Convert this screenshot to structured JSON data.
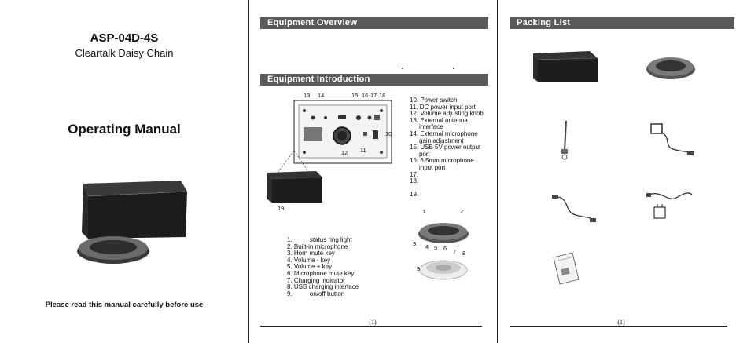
{
  "cover": {
    "model": "ASP-04D-4S",
    "subtitle": "Cleartalk Daisy Chain",
    "title": "Operating Manual",
    "notice": "Please read this manual carefully before use"
  },
  "overview": {
    "heading": "Equipment Overview"
  },
  "introduction": {
    "heading": "Equipment Introduction",
    "panel_numbers": [
      "13",
      "14",
      "15",
      "16",
      "17",
      "18",
      "10",
      "11",
      "12"
    ],
    "box_label": "19",
    "right_list": [
      "10. Power switch",
      "11. DC power input port",
      "12. Volume adjusting knob",
      "13. External antenna",
      "interface",
      "14. External microphone",
      "gain adjustment",
      "15. USB 5V power output",
      "port",
      "16. 6.5mm microphone",
      "input port",
      "17.",
      "18.",
      "",
      "19."
    ],
    "mic_numbers": [
      "1",
      "2",
      "3",
      "4",
      "5",
      "6",
      "7",
      "8",
      "9"
    ],
    "left_list": [
      "1.          status ring light",
      "2. Built-in microphone",
      "3. Horn mute key",
      "4. Volume - key",
      "5. Volume + key",
      "6. Microphone mute key",
      "7. Charging indicator",
      "8. USB charging interface",
      "9.          on/off button"
    ],
    "page_number": "(1)"
  },
  "packing": {
    "heading": "Packing List",
    "page_number": "(1)"
  }
}
